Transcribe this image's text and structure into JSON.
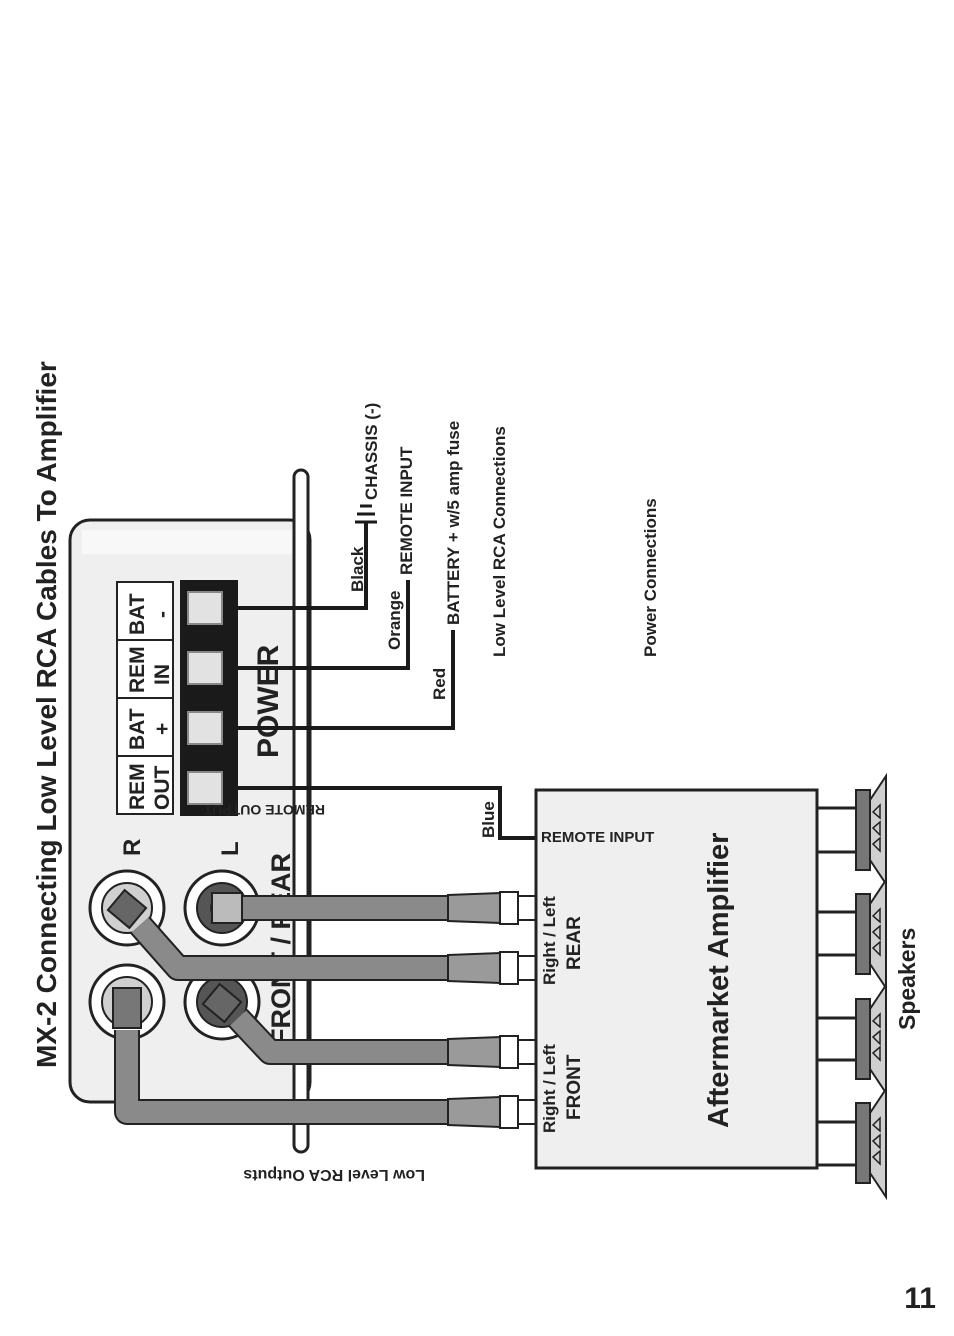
{
  "title": "MX-2 Connecting Low Level RCA Cables To Amplifier",
  "page_number": "11",
  "mx2": {
    "terminals": [
      {
        "top": "REM",
        "bottom": "OUT"
      },
      {
        "top": "BAT",
        "bottom": "+"
      },
      {
        "top": "REM",
        "bottom": "IN"
      },
      {
        "top": "BAT",
        "bottom": "-"
      }
    ],
    "power_label": "POWER",
    "channel_r": "R",
    "channel_l": "L",
    "front_rear_label": "FRONT / REAR",
    "remote_output_label": "REMOTE OUTPUT",
    "rca_outputs_label": "Low Level RCA Outputs"
  },
  "wires": {
    "black": "Black",
    "chassis": "CHASSIS (-)",
    "orange": "Orange",
    "remote_input": "REMOTE INPUT",
    "red": "Red",
    "battery": "BATTERY + w/5 amp fuse",
    "blue": "Blue"
  },
  "notes": {
    "low_level": "Low Level RCA Connections",
    "power": "Power Connections"
  },
  "amplifier": {
    "title": "Aftermarket Amplifier",
    "remote_input": "REMOTE INPUT",
    "rear_line1": "Right / Left",
    "rear_line2": "REAR",
    "front_line1": "Right / Left",
    "front_line2": "FRONT"
  },
  "speakers_label": "Speakers",
  "colors": {
    "ink": "#222222",
    "panel": "#efefef",
    "cable": "#8a8a8a",
    "terminal_block": "#1a1a1a"
  }
}
